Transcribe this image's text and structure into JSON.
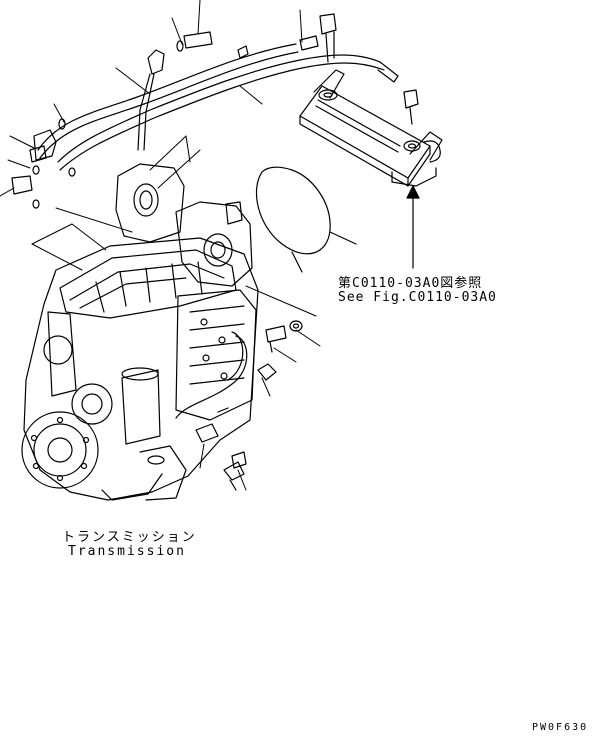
{
  "reference": {
    "japanese": "第C0110-03A0図参照",
    "english": "See Fig.C0110-03A0"
  },
  "component": {
    "japanese": "トランスミッション",
    "english": "Transmission"
  },
  "drawing_code": "PW0F630",
  "colors": {
    "ink": "#000000",
    "paper": "#ffffff"
  }
}
